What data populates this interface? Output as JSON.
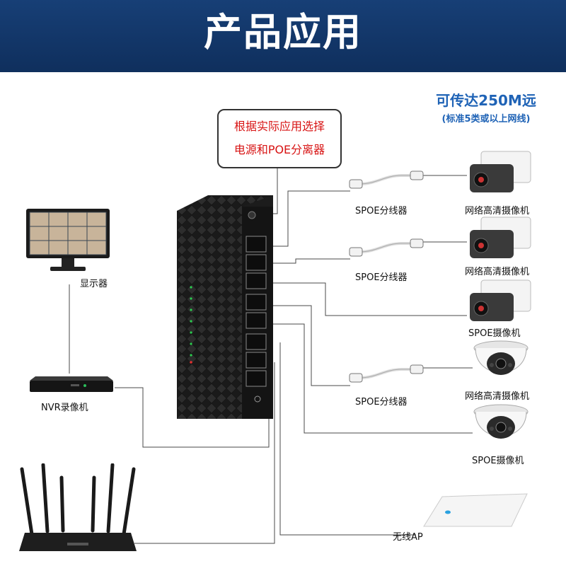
{
  "banner": {
    "title": "产品应用"
  },
  "power_tag": {
    "line1": "根据实际应用选择",
    "line2": "电源和POE分离器"
  },
  "distance": {
    "line1": "可传达250M远",
    "line2": "(标准5类或以上网线)"
  },
  "left_devices": {
    "monitor_label": "显示器",
    "nvr_label": "NVR录像机"
  },
  "right_devices": {
    "row1": {
      "splitter_label": "SPOE分线器",
      "camera_label": "网络高清摄像机"
    },
    "row2": {
      "splitter_label": "SPOE分线器",
      "camera_label": "网络高清摄像机"
    },
    "row3": {
      "camera_label": "SPOE摄像机"
    },
    "row4": {
      "splitter_label": "SPOE分线器",
      "camera_label": "网络高清摄像机"
    },
    "row5": {
      "camera_label": "SPOE摄像机"
    },
    "ap_label": "无线AP"
  },
  "colors": {
    "banner": "#173f76",
    "tag_text": "#d81414",
    "distance_text": "#1f63b6",
    "wire": "#4a4a4a"
  }
}
